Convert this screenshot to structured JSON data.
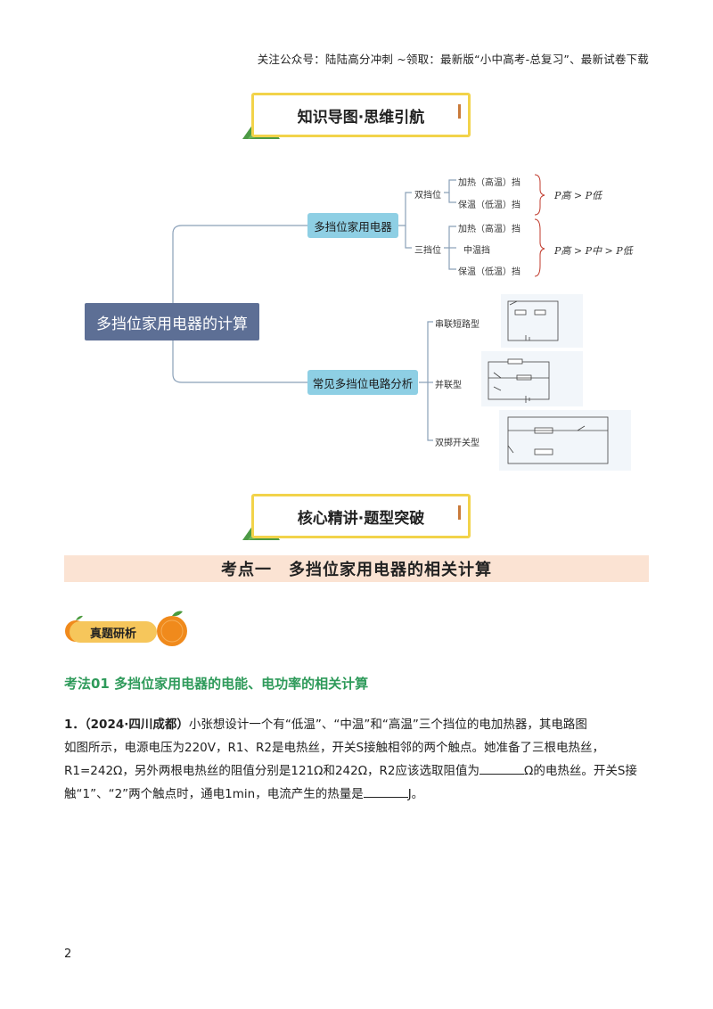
{
  "header": {
    "note": "关注公众号：陆陆高分冲刺 ~领取：最新版“小中高考-总复习”、最新试卷下载"
  },
  "banner1": {
    "title": "知识导图·思维引航"
  },
  "mindmap": {
    "root": "多挡位家用电器的计算",
    "branch1": {
      "label": "多挡位家用电器",
      "sub1": {
        "label": "双挡位",
        "leaves": [
          "加热（高温）挡",
          "保温（低温）挡"
        ],
        "relation": "P高 > P低"
      },
      "sub2": {
        "label": "三挡位",
        "leaves": [
          "加热（高温）挡",
          "中温挡",
          "保温（低温）挡"
        ],
        "relation": "P高 > P中 > P低"
      }
    },
    "branch2": {
      "label": "常见多挡位电路分析",
      "items": [
        "串联短路型",
        "并联型",
        "双掷开关型"
      ]
    }
  },
  "banner2": {
    "title": "核心精讲·题型突破"
  },
  "section": {
    "title": "考点一　多挡位家用电器的相关计算"
  },
  "tag": {
    "label": "真题研析"
  },
  "method": {
    "title": "考法01  多挡位家用电器的电能、电功率的相关计算"
  },
  "question": {
    "number": "1．",
    "source": "（2024·四川成都）",
    "line1": "小张想设计一个有“低温”、“中温”和“高温”三个挡位的电加热器，其电路图",
    "line2": "如图所示，电源电压为220V，R1、R2是电热丝，开关S接触相邻的两个触点。她准备了三根电热丝，",
    "line3a": "R1=242Ω，另外两根电热丝的阻值分别是121Ω和242Ω，R2应该选取阻值为",
    "line3b": "Ω的电热丝。开关S接",
    "line4a": "触“1”、“2”两个触点时，通电1min，电流产生的热量是",
    "line4b": "J。"
  },
  "page": {
    "number": "2"
  }
}
